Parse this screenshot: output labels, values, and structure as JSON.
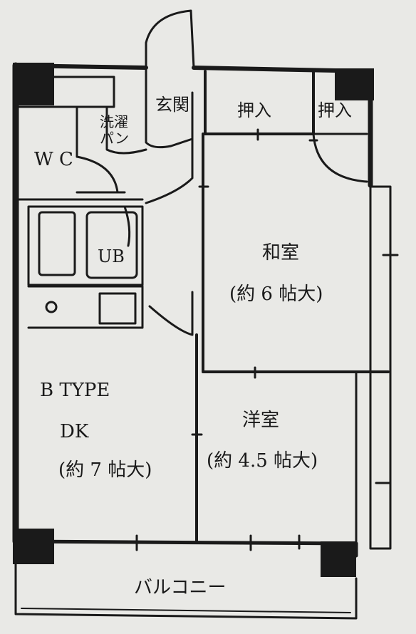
{
  "rooms": {
    "genkan": "玄関",
    "oshiire_1": "押入",
    "oshiire_2": "押入",
    "sentaku": "洗濯\nパン",
    "wc": "W C",
    "ub": "UB",
    "washitsu": "和室",
    "washitsu_size": "(約 6 帖大)",
    "type": "B TYPE",
    "dk": "DK",
    "dk_size": "(約 7 帖大)",
    "youshitsu": "洋室",
    "youshitsu_size": "(約 4.5 帖大)",
    "balcony": "バルコニー"
  },
  "colors": {
    "paper": "#e9e9e6",
    "ink": "#1a1a1a"
  }
}
